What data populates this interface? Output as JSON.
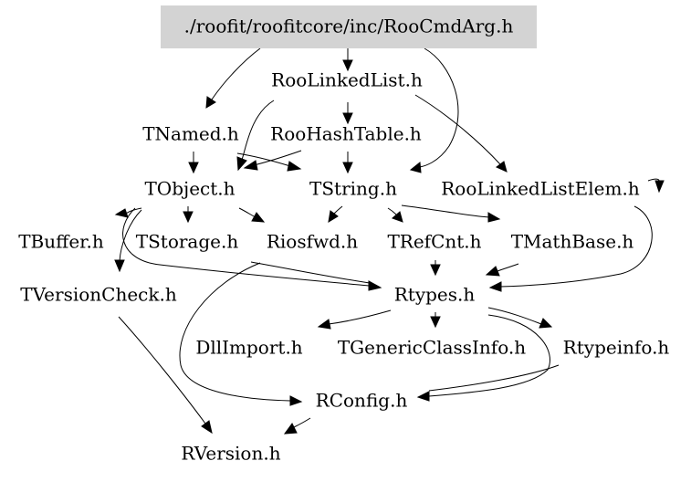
{
  "graph": {
    "root": "./roofit/roofitcore/inc/RooCmdArg.h",
    "nodes": [
      {
        "id": "root",
        "label": "./roofit/roofitcore/inc/RooCmdArg.h"
      },
      {
        "id": "RooLinkedList",
        "label": "RooLinkedList.h"
      },
      {
        "id": "TNamed",
        "label": "TNamed.h"
      },
      {
        "id": "RooHashTable",
        "label": "RooHashTable.h"
      },
      {
        "id": "TObject",
        "label": "TObject.h"
      },
      {
        "id": "TString",
        "label": "TString.h"
      },
      {
        "id": "RooLinkedListElem",
        "label": "RooLinkedListElem.h"
      },
      {
        "id": "TBuffer",
        "label": "TBuffer.h"
      },
      {
        "id": "TStorage",
        "label": "TStorage.h"
      },
      {
        "id": "Riosfwd",
        "label": "Riosfwd.h"
      },
      {
        "id": "TRefCnt",
        "label": "TRefCnt.h"
      },
      {
        "id": "TMathBase",
        "label": "TMathBase.h"
      },
      {
        "id": "TVersionCheck",
        "label": "TVersionCheck.h"
      },
      {
        "id": "Rtypes",
        "label": "Rtypes.h"
      },
      {
        "id": "DllImport",
        "label": "DllImport.h"
      },
      {
        "id": "TGenericClassInfo",
        "label": "TGenericClassInfo.h"
      },
      {
        "id": "Rtypeinfo",
        "label": "Rtypeinfo.h"
      },
      {
        "id": "RConfig",
        "label": "RConfig.h"
      },
      {
        "id": "RVersion",
        "label": "RVersion.h"
      }
    ],
    "edges": [
      [
        "root",
        "RooLinkedList"
      ],
      [
        "root",
        "TNamed"
      ],
      [
        "root",
        "TString"
      ],
      [
        "RooLinkedList",
        "RooHashTable"
      ],
      [
        "RooLinkedList",
        "RooLinkedListElem"
      ],
      [
        "RooLinkedList",
        "TObject"
      ],
      [
        "TNamed",
        "TObject"
      ],
      [
        "TNamed",
        "TString"
      ],
      [
        "RooHashTable",
        "TObject"
      ],
      [
        "RooHashTable",
        "TString"
      ],
      [
        "RooLinkedListElem",
        "RooLinkedListElem"
      ],
      [
        "TObject",
        "TStorage"
      ],
      [
        "TObject",
        "Riosfwd"
      ],
      [
        "TObject",
        "TVersionCheck"
      ],
      [
        "TObject",
        "Rtypes"
      ],
      [
        "TObject",
        "TBuffer"
      ],
      [
        "TString",
        "Riosfwd"
      ],
      [
        "TString",
        "TRefCnt"
      ],
      [
        "TString",
        "TMathBase"
      ],
      [
        "RooLinkedListElem",
        "Rtypes"
      ],
      [
        "TRefCnt",
        "Rtypes"
      ],
      [
        "TMathBase",
        "Rtypes"
      ],
      [
        "Riosfwd",
        "RConfig"
      ],
      [
        "Riosfwd",
        "Rtypes"
      ],
      [
        "TVersionCheck",
        "RVersion"
      ],
      [
        "Rtypes",
        "DllImport"
      ],
      [
        "Rtypes",
        "TGenericClassInfo"
      ],
      [
        "Rtypes",
        "Rtypeinfo"
      ],
      [
        "Rtypes",
        "RConfig"
      ],
      [
        "Rtypeinfo",
        "RConfig"
      ],
      [
        "RConfig",
        "RVersion"
      ]
    ]
  }
}
